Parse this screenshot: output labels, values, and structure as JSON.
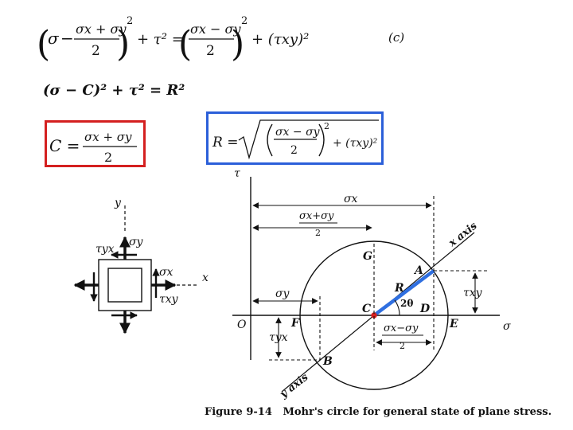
{
  "equations": {
    "eq_c": {
      "lhs_open": "(",
      "sigma": "σ",
      "minus": "−",
      "frac_num": "σx + σy",
      "frac_den": "2",
      "lhs_close": ")",
      "exp2": "2",
      "plus_tau": "+ τ² =",
      "rhs_open": "(",
      "rhs_num": "σx − σy",
      "rhs_den": "2",
      "rhs_close": ")",
      "rhs_exp": "2",
      "rhs_tail": "+ (τxy)²",
      "tag": "(c)"
    },
    "eq_circle": "(σ − C)² + τ² = R²",
    "eq_center": {
      "lhs": "C =",
      "num": "σx + σy",
      "den": "2"
    },
    "eq_radius": {
      "lhs": "R =",
      "num": "σx − σy",
      "den": "2",
      "exp": "2",
      "tail": "+ (τxy)²"
    }
  },
  "colors": {
    "center_box": "#d42020",
    "radius_box": "#2b5fd9",
    "radius_line": "#2f6fe0",
    "center_dot": "#d42020",
    "ink": "#111111"
  },
  "element_labels": {
    "y_axis": "y",
    "x_axis": "x",
    "tau_yx": "τyx",
    "sigma_y": "σy",
    "sigma_x": "σx",
    "tau_xy": "τxy"
  },
  "mohr_labels": {
    "tau_axis": "τ",
    "sigma_axis": "σ",
    "origin": "O",
    "sigma_x": "σx",
    "center_dist_num": "σx+σy",
    "center_dist_den": "2",
    "sigma_y": "σy",
    "half_diff_num": "σx−σy",
    "half_diff_den": "2",
    "tau_xy": "τxy",
    "tau_yx": "τyx",
    "point_G": "G",
    "point_A": "A",
    "point_B": "B",
    "point_C": "C",
    "point_D": "D",
    "point_E": "E",
    "point_F": "F",
    "radius_R": "R",
    "angle": "2θ",
    "x_axis_label": "x axis",
    "y_axis_label": "y axis"
  },
  "caption": {
    "figure": "Figure 9-14",
    "text": "Mohr's circle for general state of plane stress."
  }
}
